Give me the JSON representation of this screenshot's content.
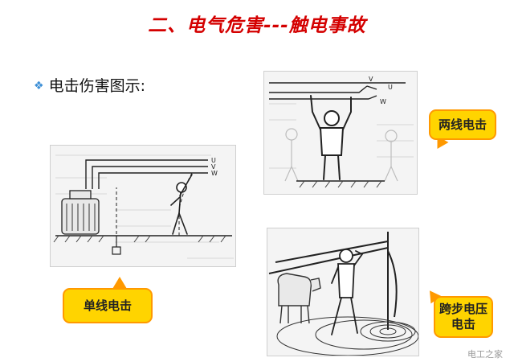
{
  "slide": {
    "title": "二、电气危害---触电事故",
    "bullet": "电击伤害图示:"
  },
  "figures": {
    "single_line": {
      "phase_labels": [
        "U",
        "V",
        "W"
      ]
    },
    "two_line": {
      "phase_labels": [
        "V",
        "U",
        "W"
      ]
    }
  },
  "callouts": {
    "single_line": "单线电击",
    "two_line": "两线电击",
    "step_voltage_line1": "跨步电压",
    "step_voltage_line2": "电击"
  },
  "watermark": "电工之家",
  "colors": {
    "title": "#d40000",
    "bullet_diamond": "#3d8fd6",
    "callout_fill": "#ffd400",
    "callout_border": "#ff9900"
  }
}
